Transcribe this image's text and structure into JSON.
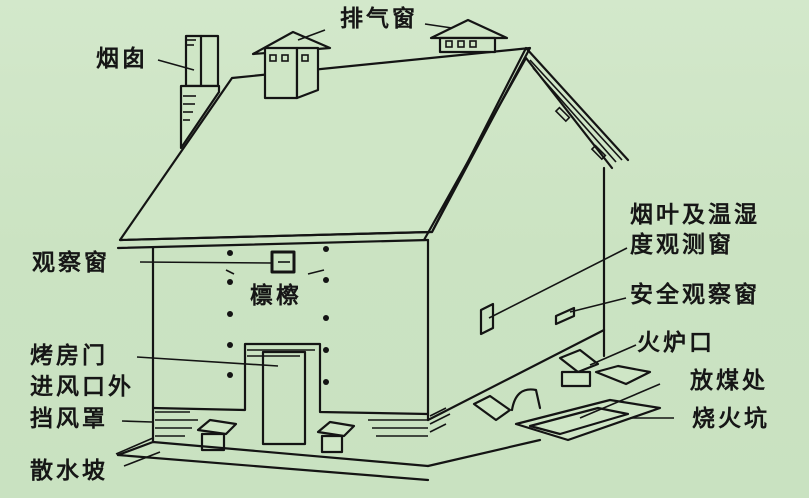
{
  "figure": {
    "subject": "tobacco curing barn",
    "background_color": "#cfe6c6",
    "line_color": "#141414"
  },
  "labels": {
    "chimney": "烟囱",
    "exhaust_window": "排气窗",
    "observation_window": "观察窗",
    "rafters": "檩檫",
    "barn_door": "烤房门",
    "air_inlet_line1": "进风口外",
    "air_inlet_line2": "挡风罩",
    "drainage_slope": "散水坡",
    "leaf_window_line1": "烟叶及温湿",
    "leaf_window_line2": "度观测窗",
    "safety_window": "安全观察窗",
    "furnace_door": "火炉口",
    "coal_storage": "放煤处",
    "fire_pit": "烧火坑"
  }
}
